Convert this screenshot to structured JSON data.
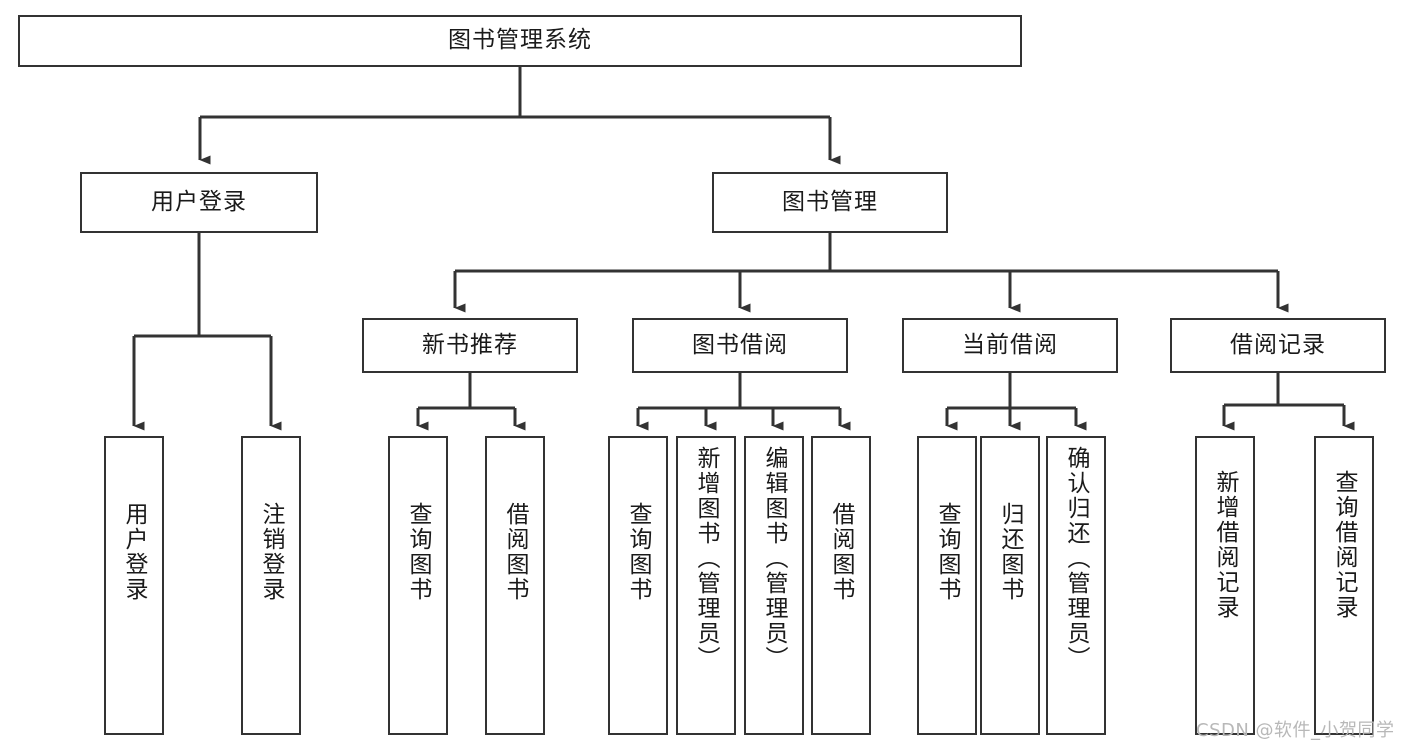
{
  "diagram": {
    "type": "tree-hierarchy-chart",
    "title": "图书管理系统",
    "line_color": "#333333",
    "box_fill": "#ffffff",
    "text_color": "#1a1a1a",
    "watermark": "CSDN @软件_小贺同学"
  },
  "nodes": {
    "root": {
      "label": "图书管理系统"
    },
    "level2": [
      {
        "label": "用户登录"
      },
      {
        "label": "图书管理"
      }
    ],
    "level3": [
      {
        "label": "新书推荐"
      },
      {
        "label": "图书借阅"
      },
      {
        "label": "当前借阅"
      },
      {
        "label": "借阅记录"
      }
    ],
    "leaves_user_login": [
      {
        "label": "用户登录"
      },
      {
        "label": "注销登录"
      }
    ],
    "leaves_new_book": [
      {
        "label": "查询图书"
      },
      {
        "label": "借阅图书"
      }
    ],
    "leaves_borrow": [
      {
        "label": "查询图书"
      },
      {
        "label": "新增图书（管理员）"
      },
      {
        "label": "编辑图书（管理员）"
      },
      {
        "label": "借阅图书"
      }
    ],
    "leaves_current": [
      {
        "label": "查询图书"
      },
      {
        "label": "归还图书"
      },
      {
        "label": "确认归还（管理员）"
      }
    ],
    "leaves_record": [
      {
        "label": "新增借阅记录"
      },
      {
        "label": "查询借阅记录"
      }
    ]
  }
}
